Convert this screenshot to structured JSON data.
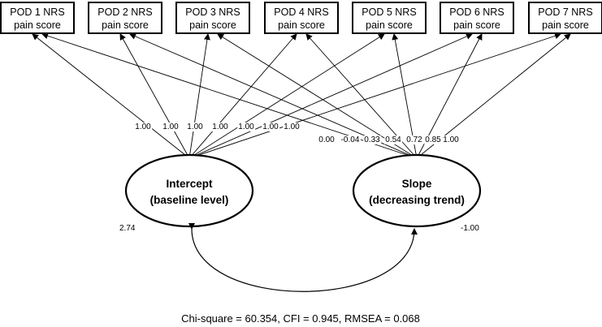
{
  "observed_variables": [
    {
      "line1": "POD 1 NRS",
      "line2": "pain score"
    },
    {
      "line1": "POD 2 NRS",
      "line2": "pain score"
    },
    {
      "line1": "POD 3 NRS",
      "line2": "pain score"
    },
    {
      "line1": "POD 4 NRS",
      "line2": "pain score"
    },
    {
      "line1": "POD 5 NRS",
      "line2": "pain score"
    },
    {
      "line1": "POD 6 NRS",
      "line2": "pain score"
    },
    {
      "line1": "POD 7 NRS",
      "line2": "pain score"
    }
  ],
  "latent_factors": {
    "intercept": {
      "line1": "Intercept",
      "line2": "(baseline level)",
      "variance": "2.74"
    },
    "slope": {
      "line1": "Slope",
      "line2": "(decreasing trend)",
      "variance": "-1.00"
    }
  },
  "intercept_loadings": [
    "1.00",
    "1.00",
    "1.00",
    "1.00",
    "1.00",
    "1.00",
    "1.00"
  ],
  "slope_loadings": [
    "0.00",
    "-0.04",
    "0.33",
    "0.54",
    "0.72",
    "0.85",
    "1.00"
  ],
  "fit_statistics": "Chi-square = 60.354, CFI = 0.945, RMSEA = 0.068"
}
